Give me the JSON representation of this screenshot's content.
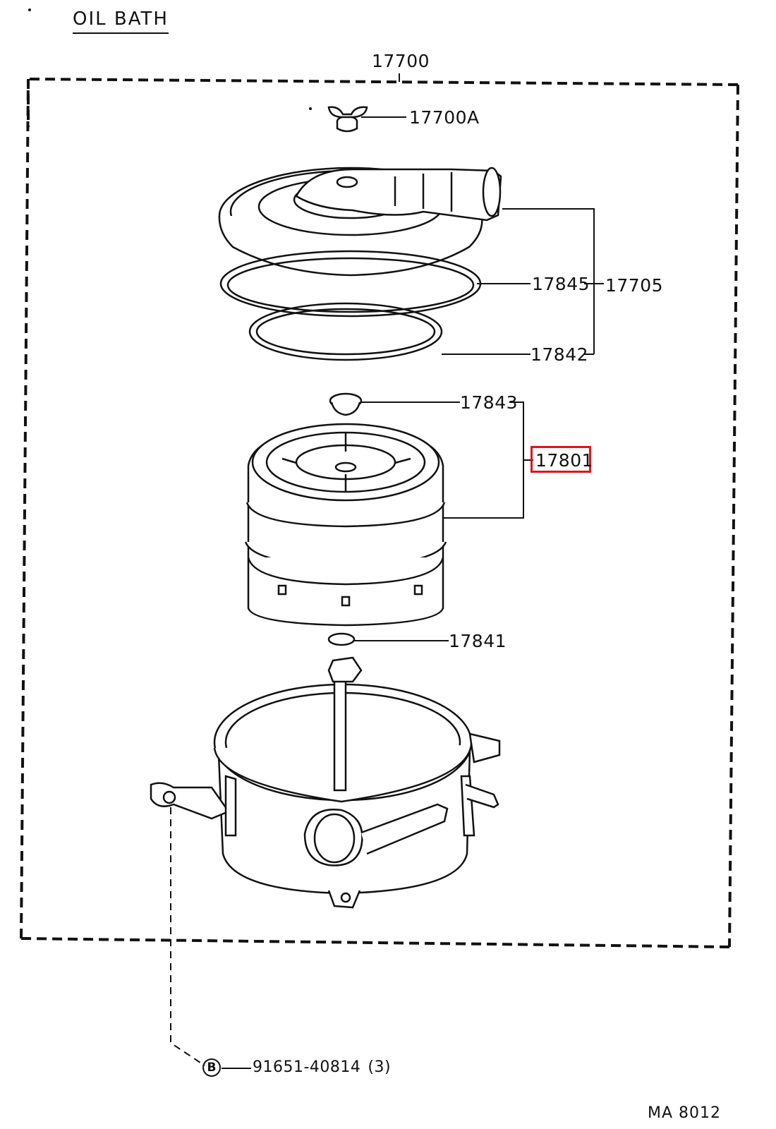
{
  "diagram": {
    "title": "OIL BATH",
    "reference_code": "MA 8012",
    "highlight_color": "#e0141c",
    "labels": {
      "assembly": "17700",
      "wing_nut": "17700A",
      "gasket_outer": "17845",
      "cap_subassembly": "17705",
      "gasket_inner": "17842",
      "grommet_upper": "17843",
      "element_assembly": "17801",
      "grommet_lower": "17841",
      "bolt_marker": "B",
      "bolt_part": "91651-40814",
      "bolt_qty": "(3)"
    }
  }
}
